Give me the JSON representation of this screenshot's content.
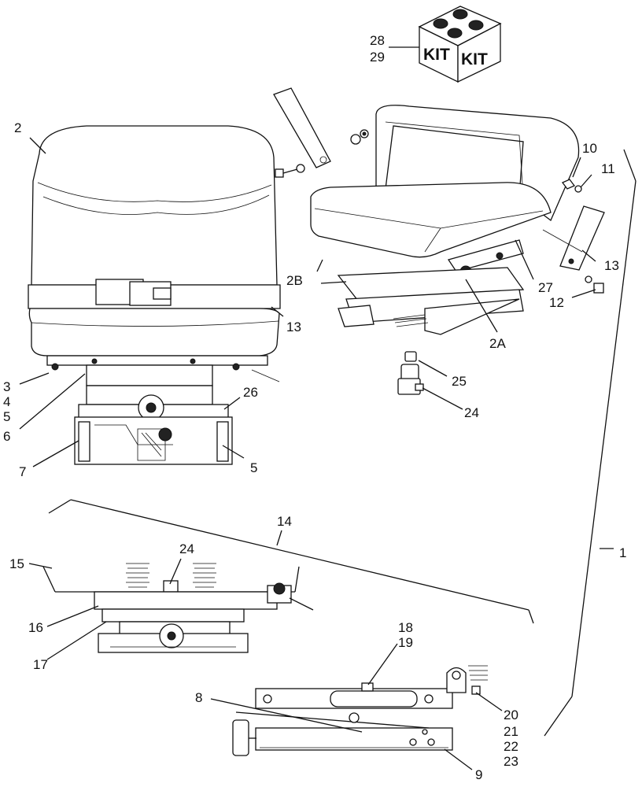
{
  "labels": {
    "l1": "1",
    "l2": "2",
    "l2a": "2A",
    "l2b": "2B",
    "l3": "3",
    "l4": "4",
    "l5a": "5",
    "l5b": "5",
    "l6": "6",
    "l7": "7",
    "l8": "8",
    "l9": "9",
    "l10": "10",
    "l11": "11",
    "l12": "12",
    "l13a": "13",
    "l13b": "13",
    "l14": "14",
    "l15": "15",
    "l16": "16",
    "l17": "17",
    "l18": "18",
    "l19": "19",
    "l20": "20",
    "l21": "21",
    "l22": "22",
    "l23": "23",
    "l24a": "24",
    "l24b": "24",
    "l25": "25",
    "l26": "26",
    "l27": "27",
    "l28": "28",
    "l29": "29"
  },
  "kit": {
    "left": "KIT",
    "right": "KIT"
  }
}
